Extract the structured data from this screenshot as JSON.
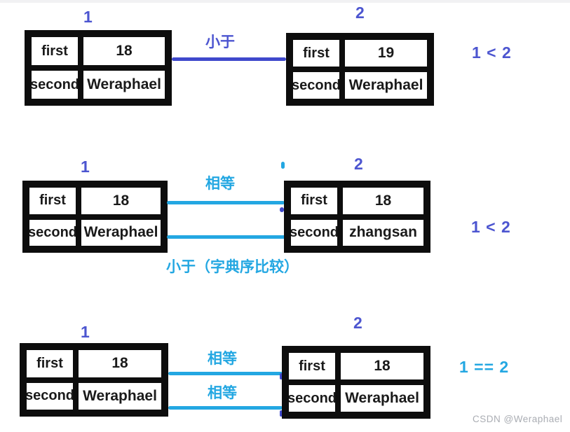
{
  "colors": {
    "purple": "#4c55d0",
    "lineblue": "#3f49cc",
    "cyan": "#23a7e2"
  },
  "d1": {
    "t1": {
      "label": "1",
      "k1": "first",
      "v1": "18",
      "k2": "second",
      "v2": "Weraphael"
    },
    "t2": {
      "label": "2",
      "k1": "first",
      "v1": "19",
      "k2": "second",
      "v2": "Weraphael"
    },
    "conn1_label": "小于",
    "result": "1 < 2"
  },
  "d2": {
    "t1": {
      "label": "1",
      "k1": "first",
      "v1": "18",
      "k2": "second",
      "v2": "Weraphael"
    },
    "t2": {
      "label": "2",
      "k1": "first",
      "v1": "18",
      "k2": "second",
      "v2": "zhangsan"
    },
    "conn1_label": "相等",
    "note": "小于（字典序比较）",
    "result": "1 < 2"
  },
  "d3": {
    "t1": {
      "label": "1",
      "k1": "first",
      "v1": "18",
      "k2": "second",
      "v2": "Weraphael"
    },
    "t2": {
      "label": "2",
      "k1": "first",
      "v1": "18",
      "k2": "second",
      "v2": "Weraphael"
    },
    "conn1_label": "相等",
    "conn2_label": "相等",
    "result": "1 == 2"
  },
  "watermark": "CSDN @Weraphael"
}
